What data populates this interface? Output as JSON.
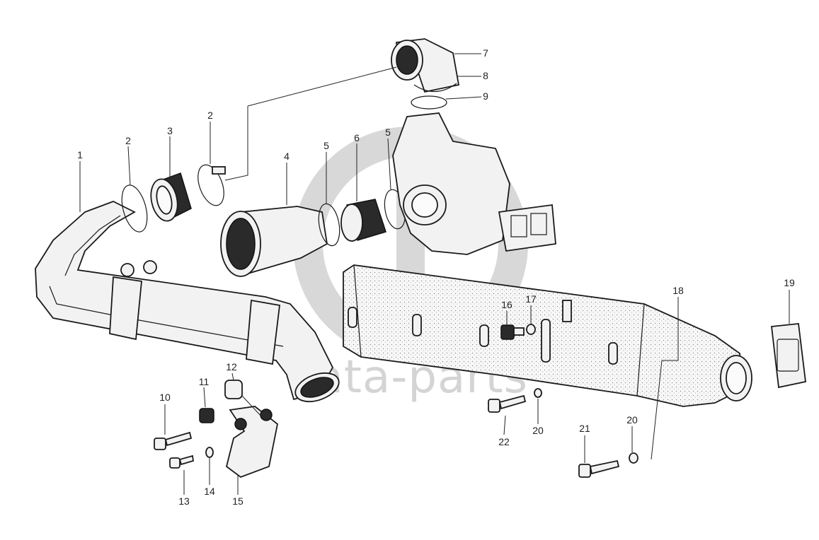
{
  "watermark": {
    "text": "data-parts",
    "color": "#d4d4d4"
  },
  "callouts": [
    "1",
    "2",
    "3",
    "2",
    "4",
    "5",
    "6",
    "5",
    "7",
    "8",
    "9",
    "10",
    "11",
    "12",
    "13",
    "14",
    "15",
    "16",
    "17",
    "18",
    "19",
    "20",
    "20",
    "21",
    "22"
  ]
}
